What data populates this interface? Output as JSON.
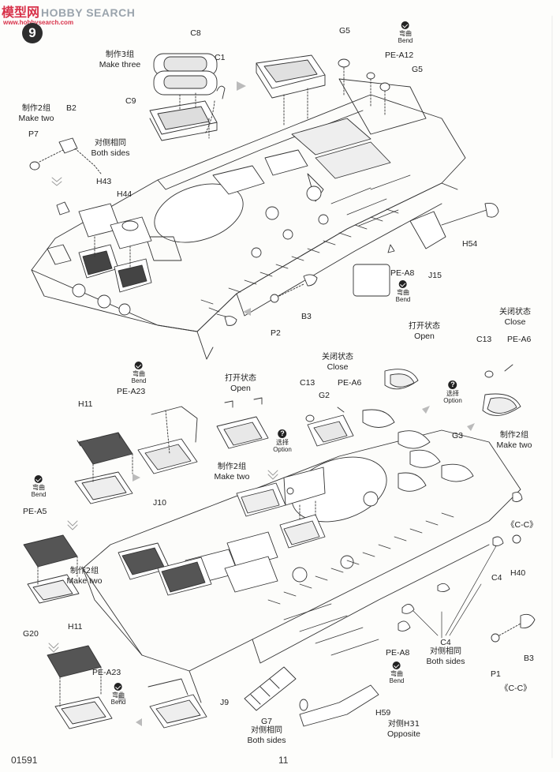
{
  "header": {
    "watermark_cn": "模型网",
    "watermark_en": "HOBBY SEARCH",
    "watermark_url": "www.hobbysearch.com",
    "step_number": "9"
  },
  "footer": {
    "product_code": "01591",
    "page_number": "11"
  },
  "labels": {
    "C8": "C8",
    "C1": "C1",
    "C9": "C9",
    "B2": "B2",
    "P7": "P7",
    "H43": "H43",
    "H44": "H44",
    "G5a": "G5",
    "G5b": "G5",
    "PEA12": "PE-A12",
    "H54": "H54",
    "PEA8a": "PE-A8",
    "J15": "J15",
    "B3a": "B3",
    "P2": "P2",
    "C13a": "C13",
    "PEA6a": "PE-A6",
    "C13b": "C13",
    "G2": "G2",
    "PEA6b": "PE-A6",
    "G3": "G3",
    "H11a": "H11",
    "PEA23a": "PE-A23",
    "J10": "J10",
    "PEA5": "PE-A5",
    "G20": "G20",
    "H11b": "H11",
    "PEA23b": "PE-A23",
    "J9": "J9",
    "G7": "G7",
    "H59": "H59",
    "PEA8b": "PE-A8",
    "C4a": "C4",
    "C4b": "C4",
    "H40": "H40",
    "B3b": "B3",
    "P1": "P1",
    "CC1": "《C-C》",
    "CC2": "《C-C》"
  },
  "notes": {
    "make_three_cn": "制作3组",
    "make_three_en": "Make three",
    "make_two_cn": "制作2组",
    "make_two_en": "Make two",
    "both_sides_cn": "对侧相同",
    "both_sides_en": "Both sides",
    "open_cn": "打开状态",
    "open_en": "Open",
    "close_cn": "关闭状态",
    "close_en": "Close",
    "bend_cn": "弯曲",
    "bend_en": "Bend",
    "option_cn": "选择",
    "option_en": "Option",
    "opposite_cn": "对侧H31",
    "opposite_en": "Opposite"
  }
}
